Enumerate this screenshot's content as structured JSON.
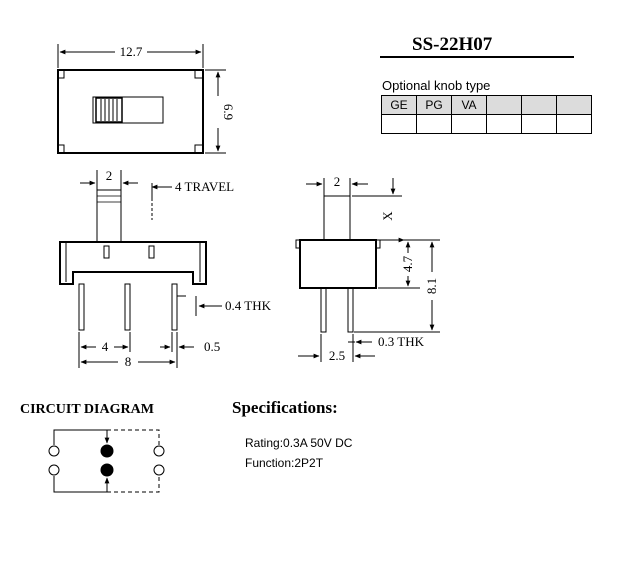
{
  "model": "SS-22H07",
  "knob": {
    "caption": "Optional knob type",
    "options": [
      "GE",
      "PG",
      "VA",
      "",
      "",
      ""
    ]
  },
  "top_view": {
    "width_label": "12.7",
    "height_label": "6.9"
  },
  "front_view": {
    "travel_label": "4 TRAVEL",
    "knob_width_label": "2",
    "thickness_label": "0.4 THK",
    "pitch_label": "4",
    "span_label": "8",
    "pin_width_label": "0.5"
  },
  "side_view": {
    "knob_width_label": "2",
    "x_label": "X",
    "body_height_label": "4.7",
    "total_height_label": "8.1",
    "pin_spacing_label": "2.5",
    "thickness_label": "0.3 THK"
  },
  "circuit": {
    "title": "CIRCUIT DIAGRAM"
  },
  "specifications": {
    "title": "Specifications:",
    "rating": "Rating:0.3A 50V DC",
    "function": "Function:2P2T"
  }
}
